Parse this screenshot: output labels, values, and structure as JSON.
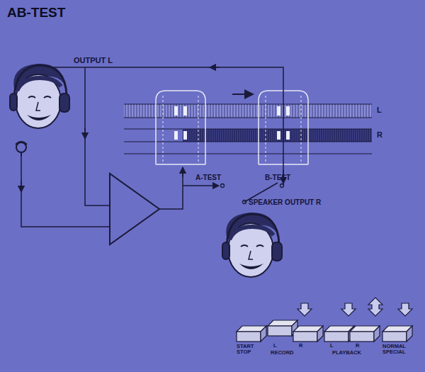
{
  "diagram": {
    "title": "AB-TEST",
    "labels": [
      "OUTPUT L",
      "L",
      "R",
      "A-TEST",
      "B-TEST",
      "SPEAKER OUTPUT R",
      "START STOP",
      "L",
      "RECORD",
      "R",
      "L",
      "R",
      "PLAYBACK",
      "NORMAL SPECIAL"
    ]
  }
}
